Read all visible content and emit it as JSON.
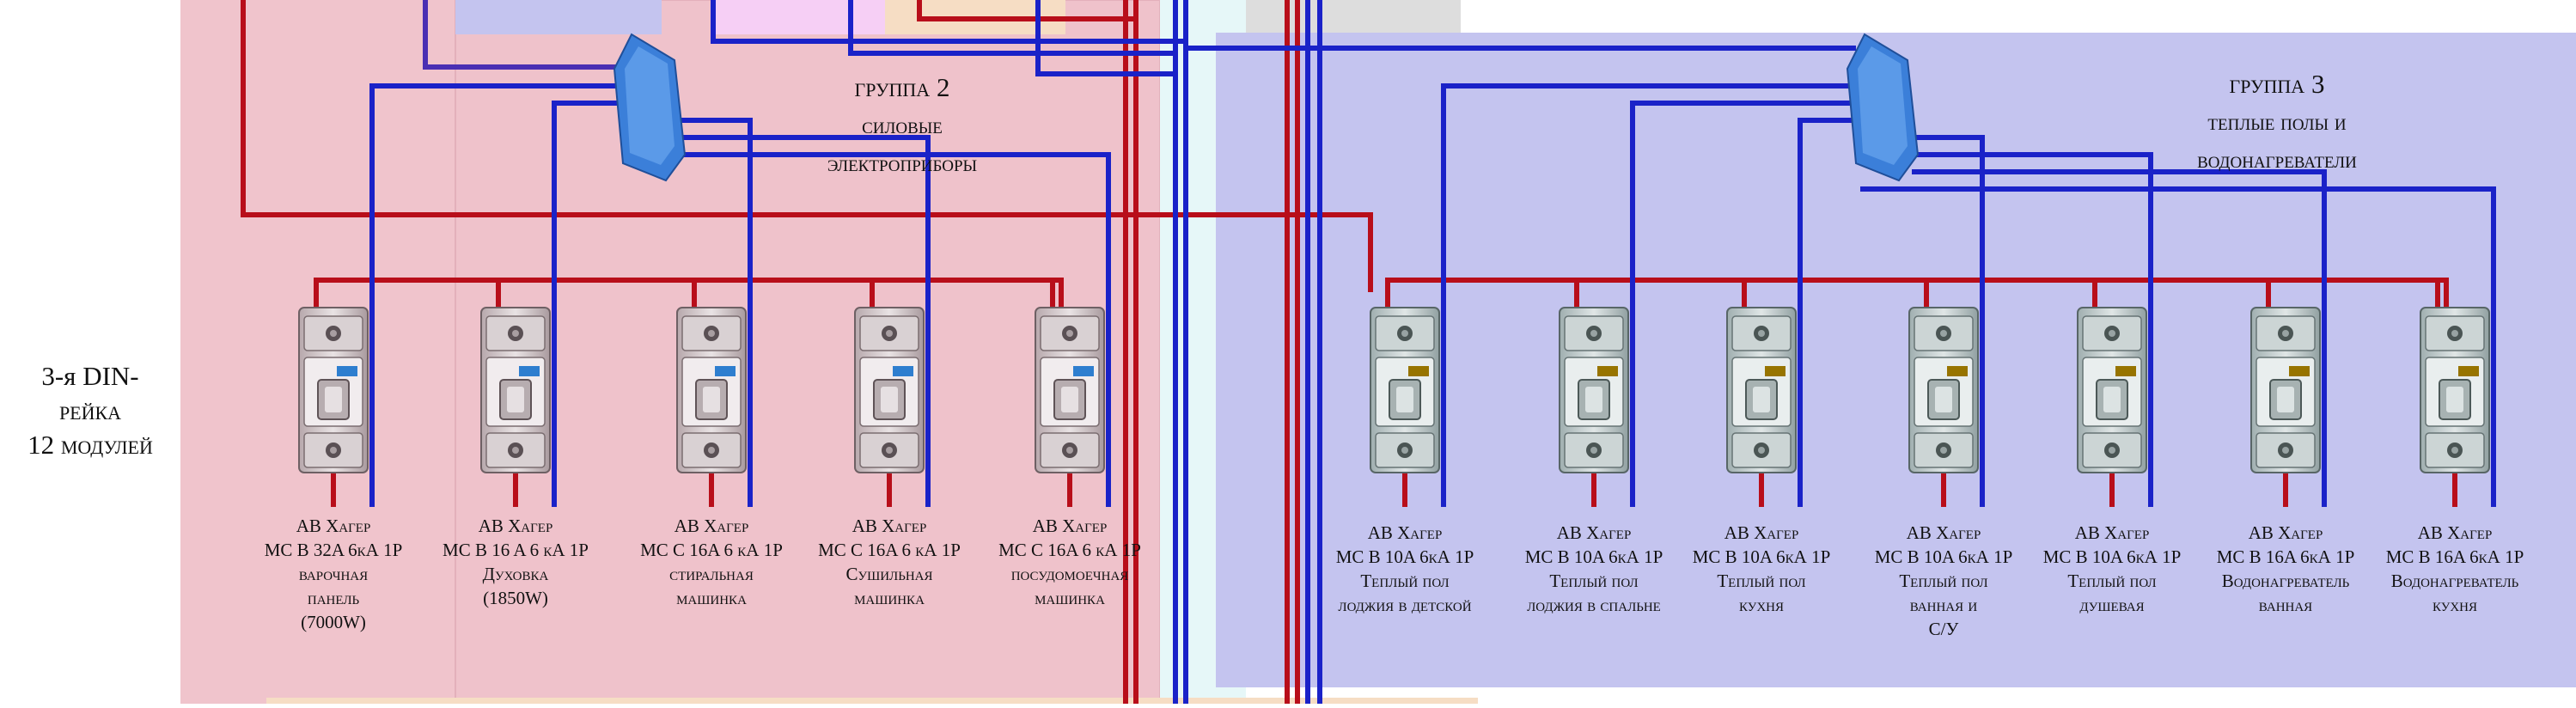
{
  "colors": {
    "group2_background": "#f0c4cc",
    "group3_background": "#c4c4ef",
    "phase_wire": "#b80e1a",
    "neutral_wire": "#1a22c8",
    "busbar": "#3b7fd9"
  },
  "din_rail": {
    "lines": [
      "3-я DIN-",
      "рейка",
      "12 модулей"
    ]
  },
  "groups": [
    {
      "id": "group-2",
      "title_lines": [
        "группа 2",
        "силовые",
        "электроприборы"
      ],
      "breakers": [
        {
          "lines": [
            "АВ Хагер",
            "MC B 32A 6кА 1P",
            "варочная",
            "панель",
            "(7000W)"
          ]
        },
        {
          "lines": [
            "АВ Хагер",
            "MC B 16 A 6 кА 1P",
            "Духовка",
            "(1850W)"
          ]
        },
        {
          "lines": [
            "АВ Хагер",
            "MC C 16A 6 кА 1P",
            "стиральная",
            "машинка"
          ]
        },
        {
          "lines": [
            "АВ Хагер",
            "MC C 16A 6 кА 1P",
            "Сушильная",
            "машинка"
          ]
        },
        {
          "lines": [
            "АВ Хагер",
            "MC C 16A 6 кА 1P",
            "посудомоечная",
            "машинка"
          ]
        }
      ]
    },
    {
      "id": "group-3",
      "title_lines": [
        "группа 3",
        "теплые полы и",
        "водонагреватели"
      ],
      "breakers": [
        {
          "lines": [
            "АВ Хагер",
            "MC B 10A 6кА 1P",
            "Теплый пол",
            "лоджия в детской"
          ]
        },
        {
          "lines": [
            "АВ Хагер",
            "MC B 10A 6кА 1P",
            "Теплый пол",
            "лоджия в спальне"
          ]
        },
        {
          "lines": [
            "АВ Хагер",
            "MC B 10A 6кА 1P",
            "Теплый пол",
            "кухня"
          ]
        },
        {
          "lines": [
            "АВ Хагер",
            "MC B 10A 6кА 1P",
            "Теплый пол",
            "ванная и",
            "С/У"
          ]
        },
        {
          "lines": [
            "АВ Хагер",
            "MC B 10A 6кА 1P",
            "Теплый пол",
            "душевая"
          ]
        },
        {
          "lines": [
            "АВ Хагер",
            "MC B 16A 6кА 1P",
            "Водонагреватель",
            "ванная"
          ]
        },
        {
          "lines": [
            "АВ Хагер",
            "MC B 16A 6кА 1P",
            "Водонагреватель",
            "кухня"
          ]
        }
      ]
    }
  ]
}
